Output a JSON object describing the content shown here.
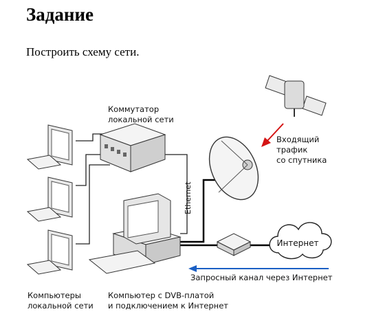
{
  "page": {
    "title": "Задание",
    "task": "Построить схему сети."
  },
  "diagram": {
    "switch_label": [
      "Коммутатор",
      "локальной сети"
    ],
    "incoming_label": [
      "Входящий",
      "трафик",
      "со спутника"
    ],
    "ethernet_label": "Ethernet",
    "internet_label": "Интернет",
    "request_label": "Запросный канал через Интернет",
    "computers_label": [
      "Компьютеры",
      "локальной сети"
    ],
    "dvb_label": [
      "Компьютер с DVB-платой",
      "и подключением к Интернет"
    ]
  }
}
